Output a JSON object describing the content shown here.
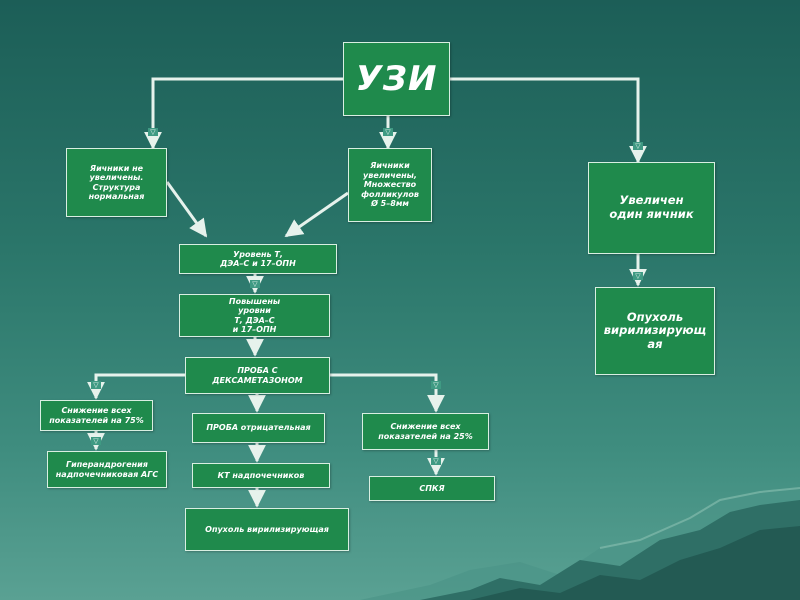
{
  "diagram": {
    "nodes": {
      "uzi": "УЗИ",
      "ovaries_not_enlarged": "Яичники не\nувеличены.\nСтруктура\nнормальная",
      "ovaries_enlarged": "Яичники\nувеличены,\nМножество\nфолликулов\nØ 5–8мм",
      "one_ovary_enlarged": "Увеличен\nодин яичник",
      "hormone_levels": "Уровень Т,\nДЭА–С и 17–ОПН",
      "raised_levels": "Повышены\nуровни\nТ, ДЭА–С\nи 17–ОПН",
      "tumor_right": "Опухоль\nвирилизирующ\nая",
      "dexamethasone_test": "ПРОБА С\nДЕКСАМЕТАЗОНОМ",
      "decrease_75": "Снижение всех\nпоказателей на 75%",
      "test_negative": "ПРОБА отрицательная",
      "decrease_25": "Снижение всех\nпоказателей на 25%",
      "hyperandrogenia": "Гиперандрогения\nнадпочечниковая АГС",
      "ct_adrenal": "КТ надпочечников",
      "spkya": "СПКЯ",
      "tumor_bottom": "Опухоль вирилизирующая"
    }
  }
}
